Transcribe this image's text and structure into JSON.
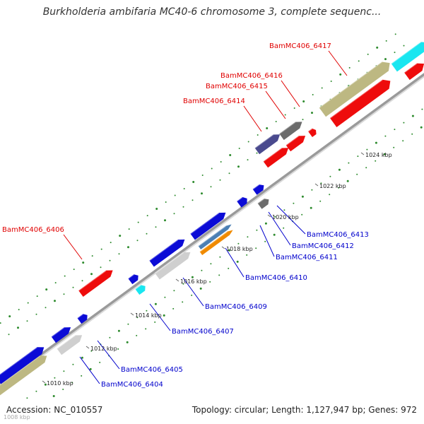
{
  "header": {
    "title": "Burkholderia ambifaria MC40-6 chromosome 3, complete sequenc..."
  },
  "footer": {
    "accession": "Accession: NC_010557",
    "stats": "Topology: circular; Length: 1,127,947 bp; Genes: 972",
    "corner_tick": "1008 kbp"
  },
  "colors": {
    "backbone": "#9a9a9a",
    "dots": "#2e8b2e",
    "red_label": "#e00000",
    "blue_label": "#0000cc",
    "feature_blue": "#0b0bd6",
    "feature_red": "#ee0c0c",
    "feature_olive": "#bdb882",
    "feature_cyan": "#19e6f0",
    "feature_gray": "#6c6c6c",
    "feature_lightgray": "#cfcfcf",
    "feature_navy": "#4a4a8e",
    "feature_orange": "#f08a00",
    "feature_steel": "#4b7fb4"
  },
  "ticks": [
    {
      "label": "1010 kbp"
    },
    {
      "label": "1012 kbp"
    },
    {
      "label": "1014 kbp"
    },
    {
      "label": "1016 kbp"
    },
    {
      "label": "1018 kbp"
    },
    {
      "label": "1020 kbp"
    },
    {
      "label": "1022 kbp"
    },
    {
      "label": "1024 kbp"
    }
  ],
  "gene_labels": [
    {
      "id": "BamMC406_6417",
      "color": "red"
    },
    {
      "id": "BamMC406_6416",
      "color": "red"
    },
    {
      "id": "BamMC406_6415",
      "color": "red"
    },
    {
      "id": "BamMC406_6414",
      "color": "red"
    },
    {
      "id": "BamMC406_6406",
      "color": "red"
    },
    {
      "id": "BamMC406_6413",
      "color": "blue"
    },
    {
      "id": "BamMC406_6412",
      "color": "blue"
    },
    {
      "id": "BamMC406_6411",
      "color": "blue"
    },
    {
      "id": "BamMC406_6410",
      "color": "blue"
    },
    {
      "id": "BamMC406_6409",
      "color": "blue"
    },
    {
      "id": "BamMC406_6407",
      "color": "blue"
    },
    {
      "id": "BamMC406_6405",
      "color": "blue"
    },
    {
      "id": "BamMC406_6404",
      "color": "blue"
    }
  ]
}
